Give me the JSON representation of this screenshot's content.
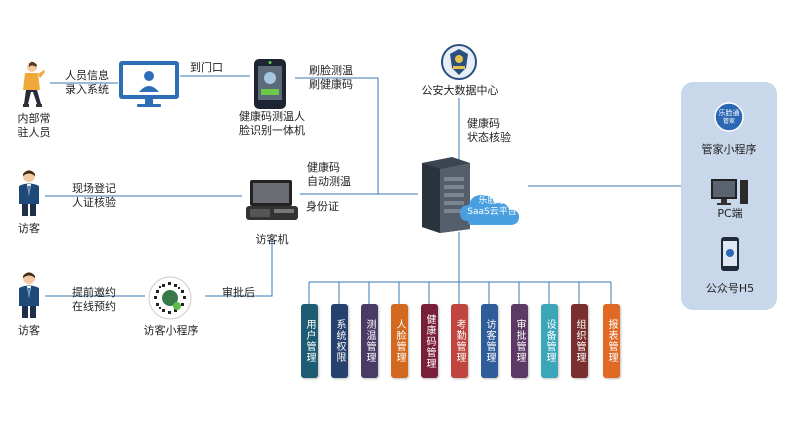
{
  "left": {
    "resident_label": "内部常\n驻人员",
    "visitor1_label": "访客",
    "visitor2_label": "访客"
  },
  "edges": {
    "personnel_info": "人员信息\n录入系统",
    "to_door": "到门口",
    "face_temp": "刷脸测温\n刷健康码",
    "onsite_register": "现场登记\n人证核验",
    "health_auto_temp": "健康码\n自动测温",
    "id_card": "身份证",
    "advance_invite": "提前邀约\n在线预约",
    "after_approval": "审批后",
    "health_check": "健康码\n状态核验"
  },
  "devices": {
    "kiosk_label": "健康码测温人\n脸识别一体机",
    "visitor_machine_label": "访客机",
    "mini_program_label": "访客小程序",
    "police_center_label": "公安大数据中心",
    "cloud_brand": "乐脸通",
    "cloud_text": "SaaS云平台"
  },
  "panel": {
    "logo_text": "乐脸通",
    "logo_sub": "管家",
    "manager_app": "管家小程序",
    "pc": "PC端",
    "h5": "公众号H5"
  },
  "modules": [
    {
      "label": "用户管理",
      "color": "#1d5c73"
    },
    {
      "label": "系统权限",
      "color": "#26416e"
    },
    {
      "label": "测温管理",
      "color": "#4a3a66"
    },
    {
      "label": "人脸管理",
      "color": "#d2691e"
    },
    {
      "label": "健康码管理",
      "color": "#7a1f3a"
    },
    {
      "label": "考勤管理",
      "color": "#c0453e"
    },
    {
      "label": "访客管理",
      "color": "#2f5d9a"
    },
    {
      "label": "审批管理",
      "color": "#5d3a66"
    },
    {
      "label": "设备管理",
      "color": "#3aa6b8"
    },
    {
      "label": "组织管理",
      "color": "#7a2f2f"
    },
    {
      "label": "报表管理",
      "color": "#e06a25"
    }
  ]
}
